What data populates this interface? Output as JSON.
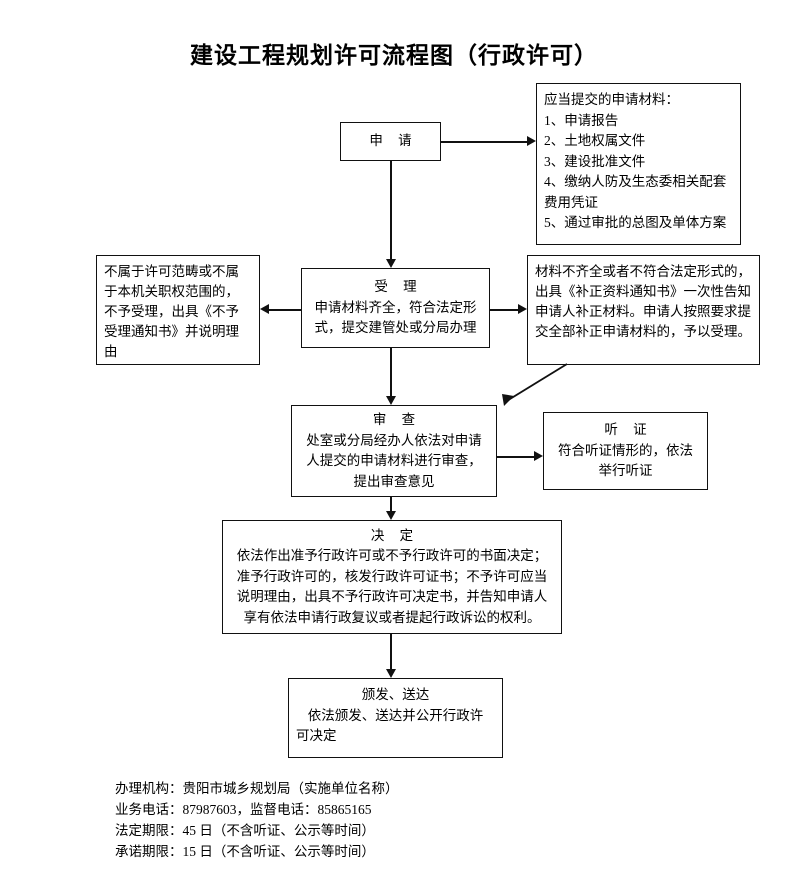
{
  "page": {
    "title": "建设工程规划许可流程图（行政许可）"
  },
  "nodes": {
    "apply": {
      "header": "申 请"
    },
    "materials": {
      "lines": [
        "应当提交的申请材料：",
        "1、申请报告",
        "2、土地权属文件",
        "3、建设批准文件",
        "4、缴纳人防及生态委相关配套",
        "费用凭证",
        "5、通过审批的总图及单体方案"
      ]
    },
    "reject": {
      "lines": [
        "不属于许可范畴或不属于本机关职权范围的，不予受理，出具《不予受理通知书》并说明理由"
      ]
    },
    "accept": {
      "header": "受 理",
      "lines": [
        "申请材料齐全，符合法定形",
        "式，提交建管处或分局办理"
      ]
    },
    "supplement": {
      "lines": [
        "材料不齐全或者不符合法定形式的，出具《补正资料通知书》一次性告知申请人补正材料。申请人按照要求提交全部补正申请材料的，予以受理。"
      ]
    },
    "review": {
      "header": "审 查",
      "lines": [
        "处室或分局经办人依法对申请",
        "人提交的申请材料进行审查，",
        "提出审查意见"
      ]
    },
    "hearing": {
      "header": "听 证",
      "lines": [
        "符合听证情形的，依法",
        "举行听证"
      ]
    },
    "decision": {
      "header": "决 定",
      "lines": [
        "依法作出准予行政许可或不予行政许可的书面决定；",
        "准予行政许可的，核发行政许可证书；不予许可应当",
        "说明理由，出具不予行政许可决定书，并告知申请人",
        "享有依法申请行政复议或者提起行政诉讼的权利。"
      ]
    },
    "issue": {
      "header": "颁发、送达",
      "lines": [
        "依法颁发、送达并公开行政许",
        "可决定"
      ]
    }
  },
  "footer": {
    "lines": [
      "办理机构：贵阳市城乡规划局（实施单位名称）",
      "业务电话：87987603，监督电话：85865165",
      "法定期限：45 日（不含听证、公示等时间）",
      "承诺期限：15 日（不含听证、公示等时间）"
    ]
  },
  "colors": {
    "line": "#111111",
    "background": "#ffffff",
    "text": "#000000"
  }
}
